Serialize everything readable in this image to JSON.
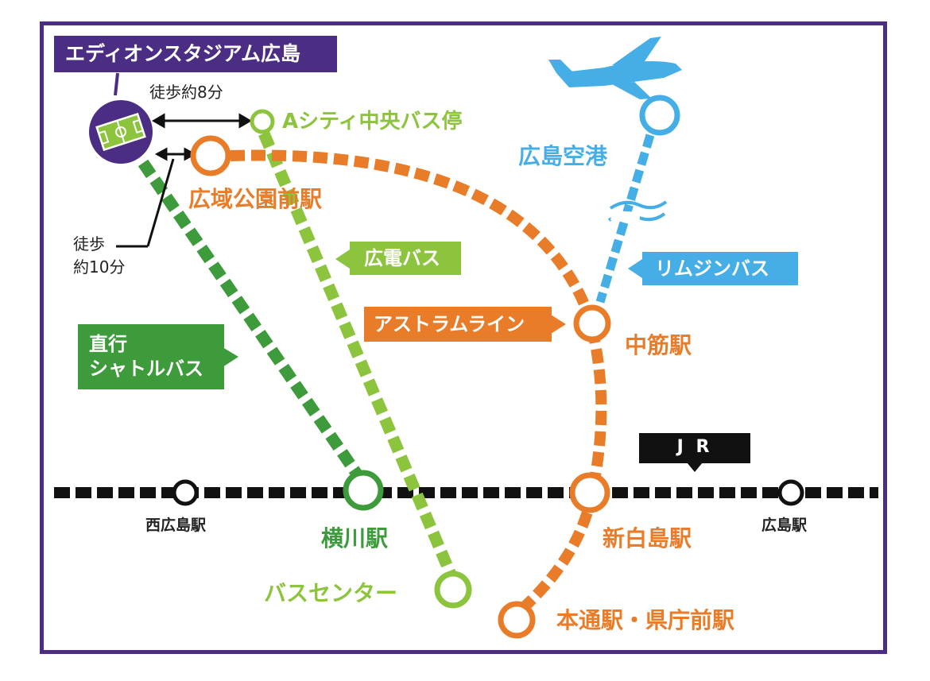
{
  "colors": {
    "frame": "#4b2e83",
    "stadium": "#4b2e83",
    "astram": "#e97c28",
    "hiroden_bus": "#8cc43e",
    "shuttle_bus": "#3e9b3c",
    "limousine_bus": "#46aee6",
    "jr": "#111111"
  },
  "icons": {
    "stadium": "soccer-field-icon",
    "airport": "airplane-icon"
  },
  "stadium": {
    "name": "エディオンスタジアム広島"
  },
  "walk": {
    "to_bus_stop": "徒歩約8分",
    "to_station_line1": "徒歩",
    "to_station_line2": "約10分"
  },
  "stations": {
    "a_city_bus_stop": "Aシティ中央バス停",
    "koiki_koen_mae": "広域公園前駅",
    "hiroshima_airport": "広島空港",
    "nakasuji": "中筋駅",
    "nishi_hiroshima": "西広島駅",
    "yokogawa": "横川駅",
    "shin_hakushima": "新白島駅",
    "hiroshima": "広島駅",
    "bus_center": "バスセンター",
    "hondori": "本通駅・県庁前駅"
  },
  "lines": {
    "hiroden_bus": "広電バス",
    "limousine_bus": "リムジンバス",
    "astram_line": "アストラムライン",
    "shuttle_line1": "直行",
    "shuttle_line2": "シャトルバス",
    "jr": "J R"
  }
}
